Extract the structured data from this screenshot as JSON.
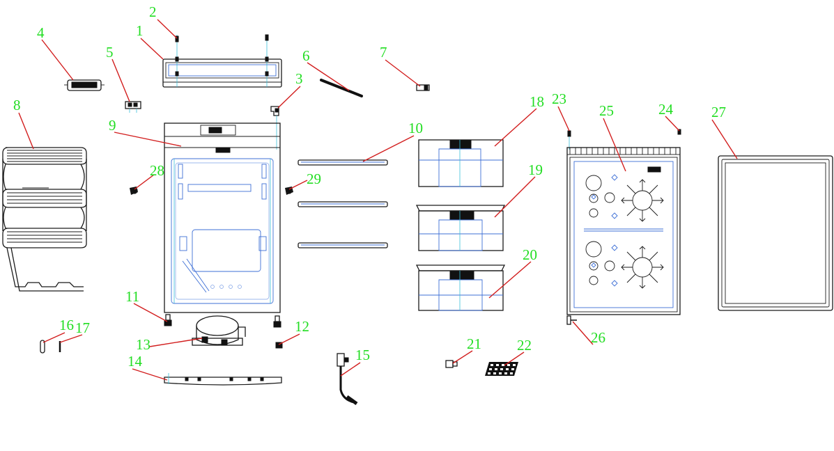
{
  "callouts": [
    {
      "id": "1",
      "label": "1"
    },
    {
      "id": "2",
      "label": "2"
    },
    {
      "id": "3",
      "label": "3"
    },
    {
      "id": "4",
      "label": "4"
    },
    {
      "id": "5",
      "label": "5"
    },
    {
      "id": "6",
      "label": "6"
    },
    {
      "id": "7",
      "label": "7"
    },
    {
      "id": "8",
      "label": "8"
    },
    {
      "id": "9",
      "label": "9"
    },
    {
      "id": "10",
      "label": "10"
    },
    {
      "id": "11",
      "label": "11"
    },
    {
      "id": "12",
      "label": "12"
    },
    {
      "id": "13",
      "label": "13"
    },
    {
      "id": "14",
      "label": "14"
    },
    {
      "id": "15",
      "label": "15"
    },
    {
      "id": "16",
      "label": "16"
    },
    {
      "id": "17",
      "label": "17"
    },
    {
      "id": "18",
      "label": "18"
    },
    {
      "id": "19",
      "label": "19"
    },
    {
      "id": "20",
      "label": "20"
    },
    {
      "id": "21",
      "label": "21"
    },
    {
      "id": "22",
      "label": "22"
    },
    {
      "id": "23",
      "label": "23"
    },
    {
      "id": "24",
      "label": "24"
    },
    {
      "id": "25",
      "label": "25"
    },
    {
      "id": "26",
      "label": "26"
    },
    {
      "id": "27",
      "label": "27"
    },
    {
      "id": "28",
      "label": "28"
    },
    {
      "id": "29",
      "label": "29"
    }
  ],
  "colors": {
    "callout_text": "#22dd22",
    "leader_line": "#d21e1e",
    "outline": "#1a1a1a",
    "inner_detail": "#3d6fd6",
    "background": "#ffffff"
  }
}
